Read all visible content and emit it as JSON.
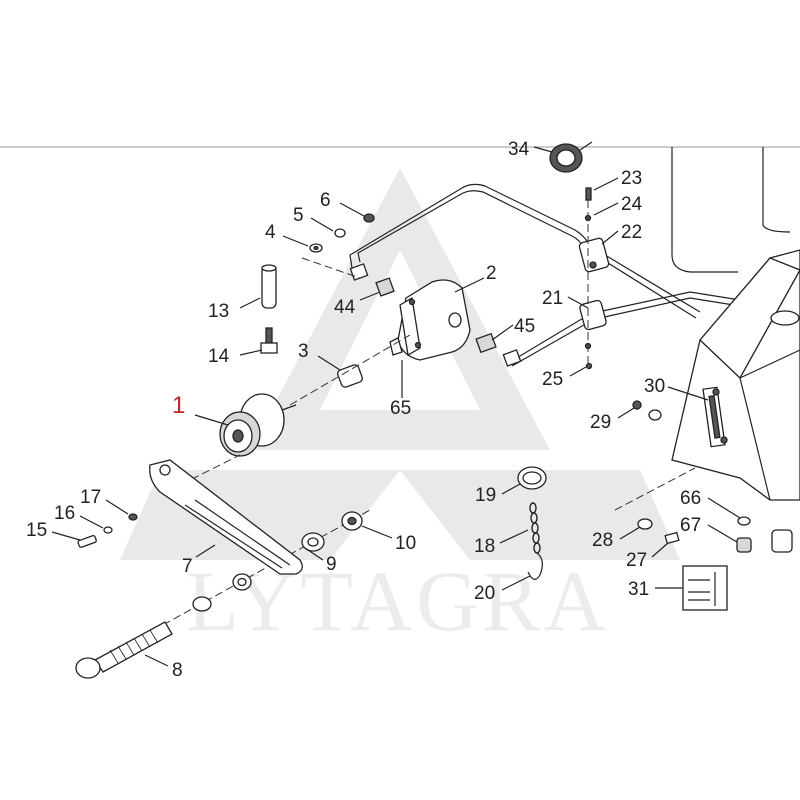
{
  "watermark": {
    "text": "LYTAGRA"
  },
  "callouts": [
    {
      "id": "1",
      "text": "1",
      "color": "#c0262b"
    },
    {
      "id": "2",
      "text": "2"
    },
    {
      "id": "3",
      "text": "3"
    },
    {
      "id": "4",
      "text": "4"
    },
    {
      "id": "5",
      "text": "5"
    },
    {
      "id": "6",
      "text": "6"
    },
    {
      "id": "7",
      "text": "7"
    },
    {
      "id": "8",
      "text": "8"
    },
    {
      "id": "9",
      "text": "9"
    },
    {
      "id": "10",
      "text": "10"
    },
    {
      "id": "13",
      "text": "13"
    },
    {
      "id": "14",
      "text": "14"
    },
    {
      "id": "15",
      "text": "15"
    },
    {
      "id": "16",
      "text": "16"
    },
    {
      "id": "17",
      "text": "17"
    },
    {
      "id": "18",
      "text": "18"
    },
    {
      "id": "19",
      "text": "19"
    },
    {
      "id": "20",
      "text": "20"
    },
    {
      "id": "21",
      "text": "21"
    },
    {
      "id": "22",
      "text": "22"
    },
    {
      "id": "23",
      "text": "23"
    },
    {
      "id": "24",
      "text": "24"
    },
    {
      "id": "25",
      "text": "25"
    },
    {
      "id": "27",
      "text": "27"
    },
    {
      "id": "28",
      "text": "28"
    },
    {
      "id": "29",
      "text": "29"
    },
    {
      "id": "30",
      "text": "30"
    },
    {
      "id": "31",
      "text": "31"
    },
    {
      "id": "34",
      "text": "34"
    },
    {
      "id": "44",
      "text": "44"
    },
    {
      "id": "45",
      "text": "45"
    },
    {
      "id": "65",
      "text": "65"
    },
    {
      "id": "66",
      "text": "66"
    },
    {
      "id": "67",
      "text": "67"
    }
  ],
  "colors": {
    "line": "#222222",
    "highlight": "#c0262b",
    "watermark": "#e9e9e9"
  }
}
